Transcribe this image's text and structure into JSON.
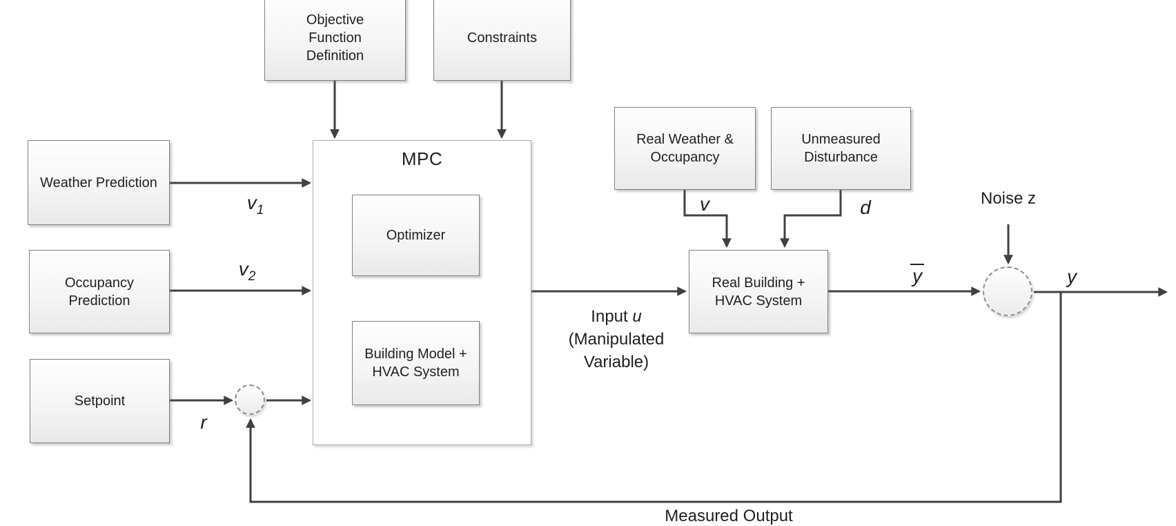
{
  "diagram": {
    "boxes": {
      "objective": "Objective Function Definition",
      "constraints": "Constraints",
      "weather_prediction": "Weather Prediction",
      "occupancy_prediction": "Occupancy Prediction",
      "setpoint": "Setpoint",
      "mpc_title": "MPC",
      "optimizer": "Optimizer",
      "building_model": "Building Model + HVAC System",
      "real_weather": "Real Weather & Occupancy",
      "unmeasured_disturbance": "Unmeasured Disturbance",
      "real_building": "Real Building + HVAC System"
    },
    "signals": {
      "v1": {
        "base": "v",
        "sub": "1"
      },
      "v2": {
        "base": "v",
        "sub": "2"
      },
      "r": "r",
      "v": "v",
      "d": "d",
      "input_word": "Input ",
      "input_var": "u",
      "input_line2": "(Manipulated",
      "input_line3": "Variable)",
      "ybar": "y",
      "y": "y",
      "noise": "Noise z",
      "measured_output": "Measured Output"
    },
    "colors": {
      "line": "#404040",
      "box_border": "#7f7f7f",
      "box_fill_top": "#fefefe",
      "box_fill_bottom": "#e9e9e9"
    }
  }
}
